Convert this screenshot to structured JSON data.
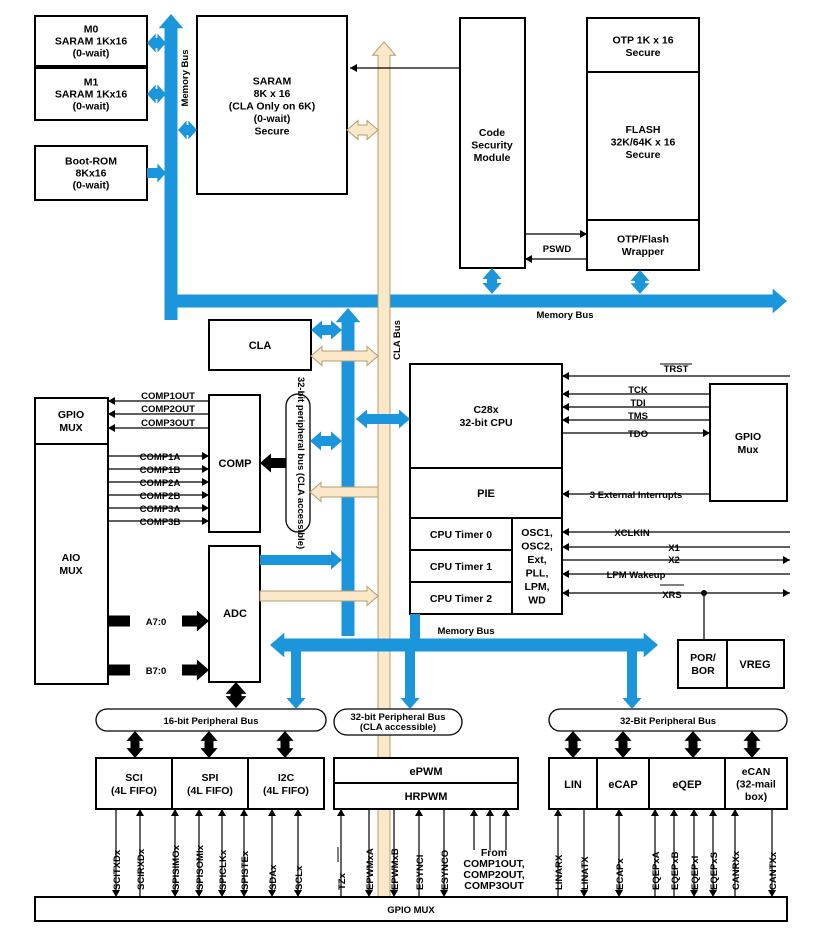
{
  "memory": {
    "m0": [
      "M0",
      "SARAM 1Kx16",
      "(0-wait)"
    ],
    "m1": [
      "M1",
      "SARAM 1Kx16",
      "(0-wait)"
    ],
    "bootrom": [
      "Boot-ROM",
      "8Kx16",
      "(0-wait)"
    ],
    "saram": [
      "SARAM",
      "8K x 16",
      "(CLA Only on 6K)",
      "(0-wait)",
      "Secure"
    ],
    "csm": [
      "Code",
      "Security",
      "Module"
    ],
    "otp": [
      "OTP 1K x 16",
      "Secure"
    ],
    "flash": [
      "FLASH",
      "32K/64K x 16",
      "Secure"
    ],
    "wrapper": [
      "OTP/Flash",
      "Wrapper"
    ],
    "pswd": "PSWD"
  },
  "buses": {
    "memory_bus_vertical": "Memory Bus",
    "memory_bus_top": "Memory Bus",
    "memory_bus_mid": "Memory Bus",
    "cla_bus": "CLA Bus",
    "periph32_cla_vertical": "32-bit peripheral bus (CLA accessible)",
    "periph16": "16-bit Peripheral Bus",
    "periph32_cla": [
      "32-bit Peripheral Bus",
      "(CLA accessible)"
    ],
    "periph32": "32-Bit Peripheral Bus"
  },
  "cla": "CLA",
  "gpio_mux_left": [
    "GPIO",
    "MUX"
  ],
  "aio_mux": [
    "AIO",
    "MUX"
  ],
  "comp": "COMP",
  "adc": "ADC",
  "comp_out": [
    "COMP1OUT",
    "COMP2OUT",
    "COMP3OUT"
  ],
  "comp_in": [
    "COMP1A",
    "COMP1B",
    "COMP2A",
    "COMP2B",
    "COMP3A",
    "COMP3B"
  ],
  "adc_in": [
    "A7:0",
    "B7:0"
  ],
  "cpu": [
    "C28x",
    "32-bit CPU"
  ],
  "pie": "PIE",
  "timers": [
    "CPU Timer 0",
    "CPU Timer 1",
    "CPU Timer 2"
  ],
  "osc": [
    "OSC1,",
    "OSC2,",
    "Ext,",
    "PLL,",
    "LPM,",
    "WD"
  ],
  "jtag": [
    "TRST",
    "TCK",
    "TDI",
    "TMS",
    "TDO"
  ],
  "gpio_mux_right": [
    "GPIO",
    "Mux"
  ],
  "ext_int": "3 External Interrupts",
  "clk_signals": [
    "XCLKIN",
    "X1",
    "X2",
    "LPM Wakeup",
    "XRS"
  ],
  "por_bor": [
    "POR/",
    "BOR"
  ],
  "vreg": "VREG",
  "periph": {
    "sci": [
      "SCI",
      "(4L FIFO)"
    ],
    "spi": [
      "SPI",
      "(4L FIFO)"
    ],
    "i2c": [
      "I2C",
      "(4L FIFO)"
    ],
    "epwm": "ePWM",
    "hrpwm": "HRPWM",
    "lin": "LIN",
    "ecap": "eCAP",
    "eqep": "eQEP",
    "ecan": [
      "eCAN",
      "(32-mail",
      "box)"
    ]
  },
  "pins": {
    "sci": [
      "SCITXDx",
      "SCIRXDx"
    ],
    "spi": [
      "SPISIMOx",
      "SPISOMIx",
      "SPICLKx",
      "SPISTEx"
    ],
    "i2c": [
      "SDAx",
      "SCLx"
    ],
    "epwm": [
      "TZx",
      "EPWMxA",
      "EPWMxB",
      "ESYNCI",
      "ESYNCO"
    ],
    "lin": [
      "LINARX",
      "LINATX"
    ],
    "ecap": [
      "ECAPx"
    ],
    "eqep": [
      "EQEPxA",
      "EQEPxB",
      "EQEPxI",
      "EQEPxS"
    ],
    "ecan": [
      "CANRXx",
      "CANTXx"
    ]
  },
  "from_comp": [
    "From",
    "COMP1OUT,",
    "COMP2OUT,",
    "COMP3OUT"
  ],
  "gpio_mux_bottom": "GPIO MUX",
  "colors": {
    "bus_blue": "#1b95dc",
    "cla_bus_fill": "#fbe8c9",
    "cla_bus_stroke": "#b59c70",
    "line": "#000000"
  }
}
